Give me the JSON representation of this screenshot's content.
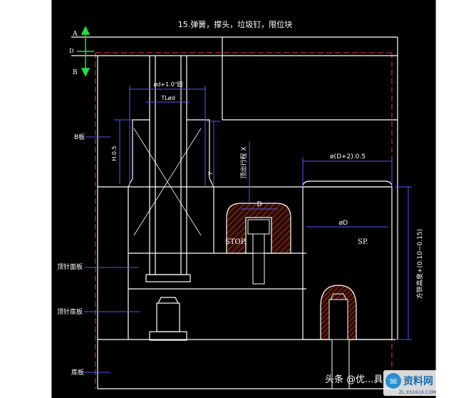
{
  "drawing": {
    "title": "15.弹簧，撑头，垃圾钉，限位块",
    "dims": {
      "a": "A",
      "b": "B",
      "d_small": "D",
      "hole": "ød+1.0\"圆",
      "tl": "TLød",
      "h05": "H.0.5",
      "y": "Y",
      "stroke": "顶出行程 X",
      "dp2": "ø(D+2).0.5",
      "d": "D",
      "phid": "øD",
      "height": "方铁高度+(0.10~0.15)"
    },
    "labels": {
      "stop": "STOP.",
      "sp": "SP.",
      "b_plate": "B板",
      "ejector_face": "顶针面板",
      "ejector_base": "顶针底板",
      "base_plate": "底板"
    },
    "watermark": {
      "source": "头条 @优...具...",
      "site_name": "资料网",
      "site_url": "ZL.XS1616.COM"
    },
    "colors": {
      "background": "#000000",
      "line": "#ffffff",
      "dimension": "#4a5cff",
      "centerline": "#ff3030",
      "text": "#ffffff",
      "dim_text": "#ffffff",
      "arrow": "#22dd44",
      "hatch": "#c04020"
    }
  }
}
